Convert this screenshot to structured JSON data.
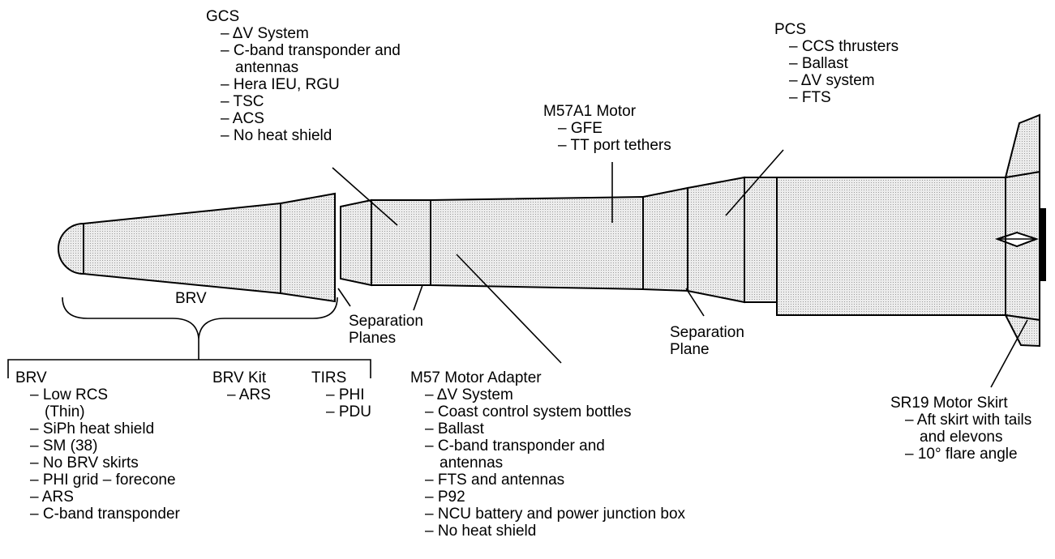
{
  "colors": {
    "stroke": "#000000",
    "body_fill": "#e6e6e6",
    "background": "#ffffff"
  },
  "labels": {
    "gcs": {
      "title": "GCS",
      "items": [
        "– ΔV System",
        "– C-band transponder and",
        "antennas",
        "– Hera IEU, RGU",
        "– TSC",
        "– ACS",
        "– No heat shield"
      ]
    },
    "pcs": {
      "title": "PCS",
      "items": [
        "– CCS thrusters",
        "– Ballast",
        "– ΔV system",
        "– FTS"
      ]
    },
    "m57a1": {
      "title": "M57A1 Motor",
      "items": [
        "– GFE",
        "– TT port tethers"
      ]
    },
    "brv_center": "BRV",
    "sep_planes": [
      "Separation",
      "Planes"
    ],
    "sep_plane": [
      "Separation",
      "Plane"
    ],
    "brv_list": {
      "title": "BRV",
      "items": [
        "– Low RCS",
        "(Thin)",
        "– SiPh heat shield",
        "– SM (38)",
        "– No BRV skirts",
        "– PHI grid – forecone",
        "– ARS",
        "– C-band transponder"
      ]
    },
    "brv_kit": {
      "title": "BRV Kit",
      "items": [
        "– ARS"
      ]
    },
    "tirs": {
      "title": "TIRS",
      "items": [
        "– PHI",
        "– PDU"
      ]
    },
    "m57_adapter": {
      "title": "M57 Motor Adapter",
      "items": [
        "– ΔV System",
        "– Coast control system bottles",
        "– Ballast",
        "– C-band transponder and",
        "antennas",
        "– FTS and antennas",
        "– P92",
        "– NCU battery and power junction box",
        "– No heat shield"
      ]
    },
    "sr19": {
      "title": "SR19 Motor Skirt",
      "items": [
        "– Aft skirt with tails",
        "and elevons",
        "– 10° flare angle"
      ]
    }
  }
}
